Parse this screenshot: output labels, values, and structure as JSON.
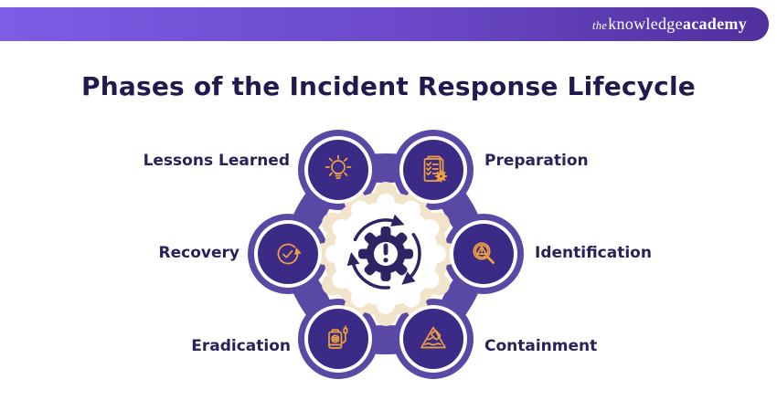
{
  "brand": {
    "the": "the",
    "knowledge": "knowledge",
    "academy": "academy"
  },
  "title": "Phases of the Incident Response Lifecycle",
  "phases": [
    {
      "label": "Lessons Learned",
      "icon": "lightbulb-icon",
      "position": "top-left"
    },
    {
      "label": "Preparation",
      "icon": "checklist-gear-icon",
      "position": "top-right"
    },
    {
      "label": "Recovery",
      "icon": "circular-arrow-check-icon",
      "position": "mid-left"
    },
    {
      "label": "Identification",
      "icon": "magnifier-alert-icon",
      "position": "mid-right"
    },
    {
      "label": "Eradication",
      "icon": "sprayer-bug-icon",
      "position": "bottom-left"
    },
    {
      "label": "Containment",
      "icon": "spill-warning-icon",
      "position": "bottom-right"
    }
  ],
  "center": {
    "icon": "gear-alert-cycle-icon"
  },
  "colors": {
    "header_gradient_start": "#7e5ce6",
    "header_gradient_end": "#50309c",
    "blob_purple": "#5a49a4",
    "node_purple": "#3b2b86",
    "icon_orange": "#f0a23f",
    "scallop_cream": "#f2e4ca",
    "emblem_navy": "#2d2464",
    "title_navy": "#201a50",
    "label_navy": "#29225a"
  }
}
